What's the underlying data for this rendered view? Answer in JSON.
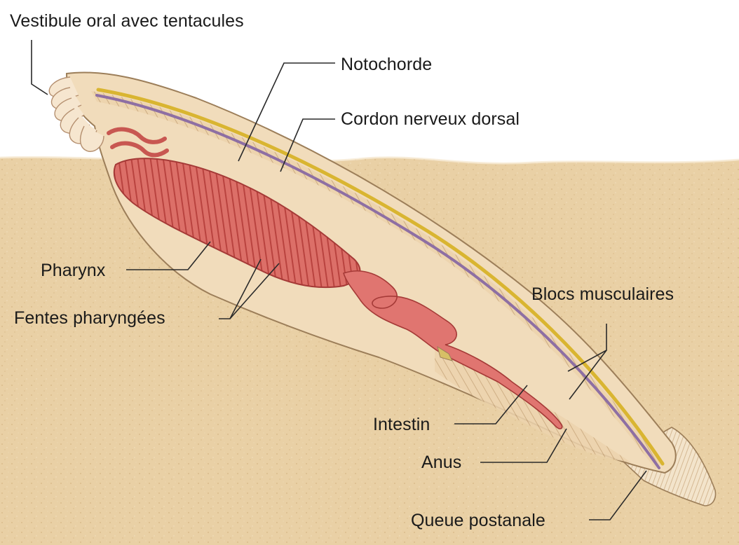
{
  "labels": {
    "vestibule": "Vestibule oral avec tentacules",
    "notochorde": "Notochorde",
    "cordon": "Cordon nerveux dorsal",
    "pharynx": "Pharynx",
    "fentes": "Fentes pharyngées",
    "blocs": "Blocs musculaires",
    "intestin": "Intestin",
    "anus": "Anus",
    "queue": "Queue postanale"
  },
  "colors": {
    "sand": "#e8cfa3",
    "body": "#f1dcbb",
    "pharynx": "#d9645c",
    "notochord": "#8e6fa3",
    "nerve_cord": "#d9b531",
    "text": "#1a1a1a"
  }
}
